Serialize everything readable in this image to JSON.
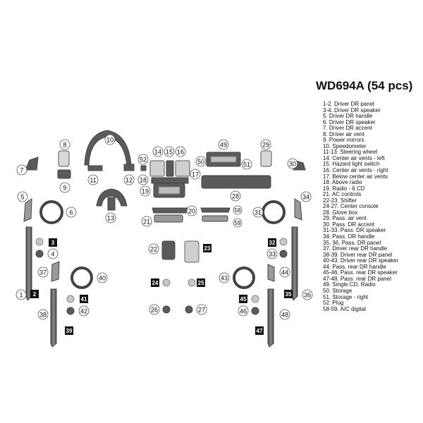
{
  "kit": {
    "title": "WD694A (54 pcs)",
    "legend": [
      "1-2. Driver DR panel",
      "3-4. Driver DR speaker",
      "5. Driver DR handle",
      "6. Driver DR speaker",
      "7. Driver DR accent",
      "8. Driver air vent",
      "9. Power mirrors",
      "10. Speedometer",
      "11-13. Steering wheel",
      "14. Center air vents - left",
      "15. Hazard light switch",
      "16. Center air vents - right",
      "17. Below center air vents",
      "18. Above radio",
      "19. Radio - 6 CD",
      "21. AC controls",
      "22-23. Shifter",
      "24-27. Center console",
      "28. Glove box",
      "29. Pass. air vent",
      "30. Pass. DR accent",
      "31-33. Pass. DR speaker",
      "34. Pass. DR handle",
      "35, 36. Pass. DR panel",
      "37. Driver rear DR handle",
      "38-39. Driver rear DR panel",
      "40-43. Driver rear DR speaker",
      "44. Pass. rear DR handle",
      "45-46. Pass. rear DR speaker",
      "47-48. Pass. rear DR panel",
      "49. Single CD, Radio",
      "50. Storage",
      "51. Storage - right",
      "52. Plug",
      "58-59. A/C digital"
    ]
  },
  "callouts": {
    "circle": [
      "1",
      "4",
      "5",
      "6",
      "7",
      "8",
      "9",
      "10",
      "11",
      "12",
      "13",
      "14",
      "15",
      "16",
      "17",
      "18",
      "19",
      "20",
      "21",
      "22",
      "26",
      "27",
      "28",
      "29",
      "30",
      "31",
      "33",
      "34",
      "36",
      "37",
      "38",
      "40",
      "42",
      "43",
      "44",
      "46",
      "48",
      "49",
      "50",
      "51",
      "52",
      "58",
      "59"
    ],
    "box": [
      "2",
      "3",
      "23",
      "24",
      "25",
      "32",
      "35",
      "39",
      "41",
      "45",
      "47"
    ]
  },
  "colors": {
    "part": "#5a5a5a",
    "part_light": "#c8c8c8",
    "outline": "#444444",
    "box": "#111111"
  }
}
